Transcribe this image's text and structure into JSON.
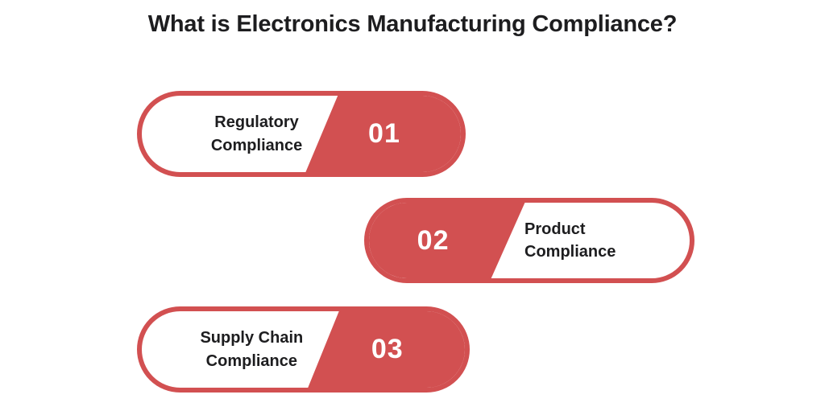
{
  "title": "What is Electronics Manufacturing Compliance?",
  "colors": {
    "accent": "#d25051",
    "text_dark": "#1d1d1f",
    "number_text": "#ffffff",
    "background": "#ffffff"
  },
  "items": [
    {
      "number": "01",
      "label": "Regulatory\nCompliance",
      "number_side": "right"
    },
    {
      "number": "02",
      "label": "Product\nCompliance",
      "number_side": "left"
    },
    {
      "number": "03",
      "label": "Supply Chain\nCompliance",
      "number_side": "right"
    }
  ]
}
